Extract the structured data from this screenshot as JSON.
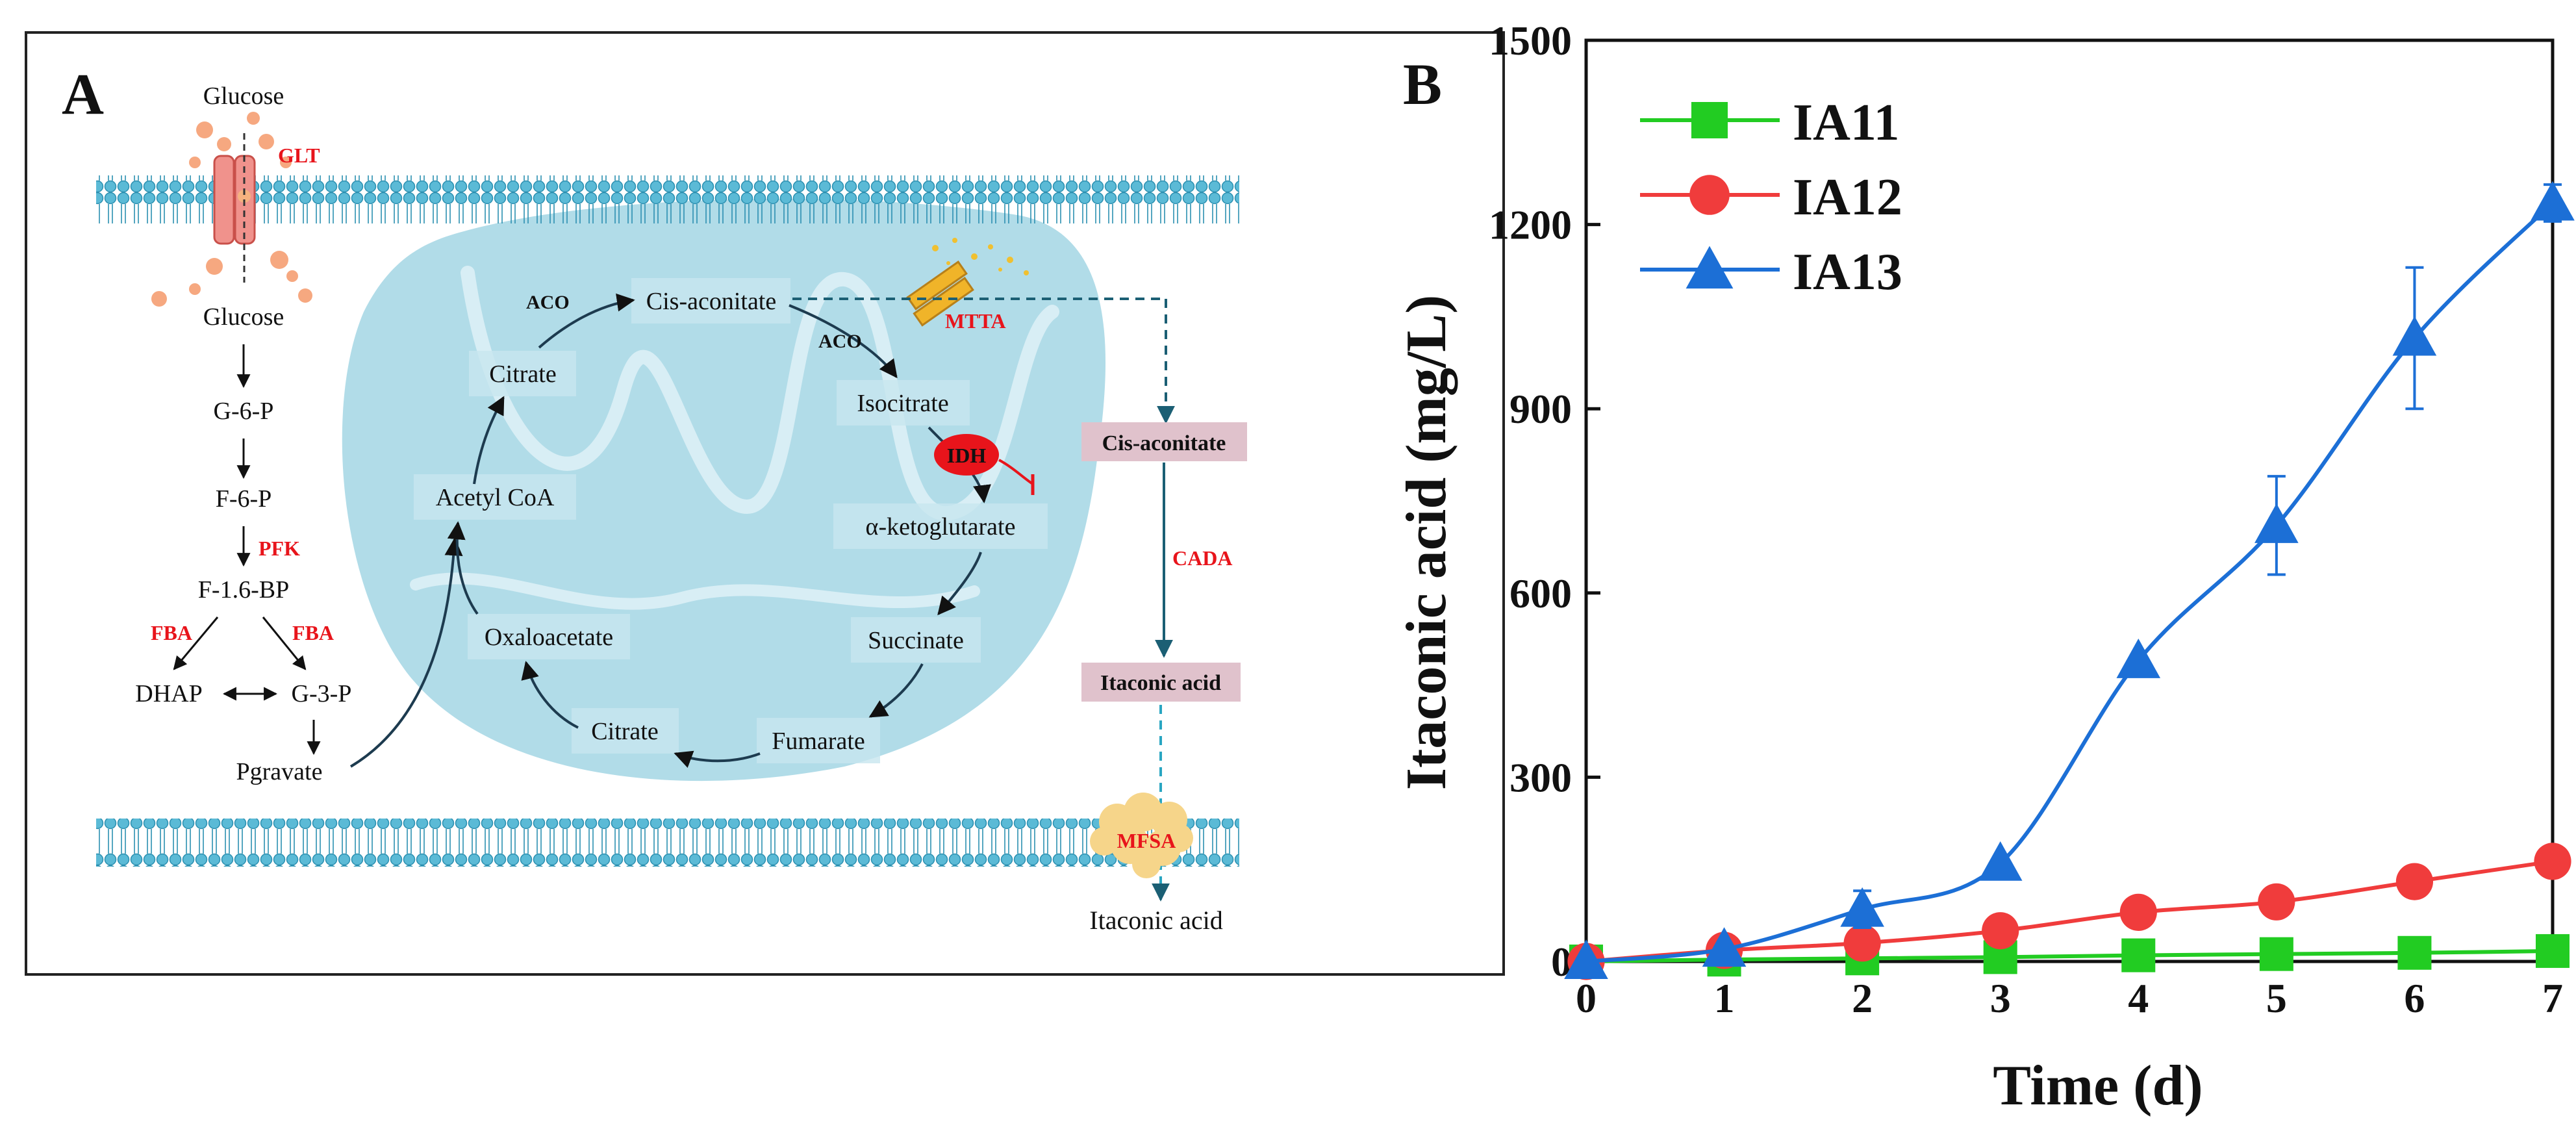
{
  "panel_a": {
    "label": "A",
    "nodes": {
      "glucose_out": "Glucose",
      "glucose_in": "Glucose",
      "g6p": "G-6-P",
      "f6p": "F-6-P",
      "f16bp": "F-1.6-BP",
      "dhap": "DHAP",
      "g3p": "G-3-P",
      "pyruvate": "Pgravate",
      "acetyl_coa": "Acetyl CoA",
      "citrate_top": "Citrate",
      "cis_aconitate_mito": "Cis-aconitate",
      "isocitrate": "Isocitrate",
      "akg": "α-ketoglutarate",
      "succinate": "Succinate",
      "fumarate": "Fumarate",
      "citrate_bottom": "Citrate",
      "oxaloacetate": "Oxaloacetate",
      "cis_aconitate_cyto": "Cis-aconitate",
      "itaconic_cyto": "Itaconic acid",
      "itaconic_out": "Itaconic acid"
    },
    "enzymes": {
      "glt": "GLT",
      "pfk": "PFK",
      "fba_left": "FBA",
      "fba_right": "FBA",
      "aco_1": "ACO",
      "aco_2": "ACO",
      "idh": "IDH",
      "mtta": "MTTA",
      "cada": "CADA",
      "mfsa": "MFSA"
    },
    "colors": {
      "membrane": "#3fa9c9",
      "mitochondrion": "#a9d8e6",
      "enzyme_red": "#e8141b",
      "metabolite_box": "#e0c2cc",
      "pathway_dark": "#1d3b4f",
      "transport_dashed": "#2aa6c2"
    }
  },
  "panel_b": {
    "label": "B",
    "chart_data": {
      "type": "line",
      "xlabel": "Time (d)",
      "ylabel": "Itaconic acid (mg/L)",
      "x": [
        0,
        1,
        2,
        3,
        4,
        5,
        6,
        7
      ],
      "xlim": [
        0,
        7
      ],
      "ylim": [
        0,
        1500
      ],
      "xticks": [
        "0",
        "1",
        "2",
        "3",
        "4",
        "5",
        "6",
        "7"
      ],
      "yticks": [
        "0",
        "300",
        "600",
        "900",
        "1200",
        "1500"
      ],
      "legend_position": "top-left",
      "grid": false,
      "series": [
        {
          "name": "IA11",
          "marker": "square",
          "color": "#22cc22",
          "values": [
            0,
            3,
            5,
            7,
            10,
            12,
            14,
            17
          ],
          "errors": [
            0,
            0,
            0,
            0,
            0,
            0,
            0,
            0
          ]
        },
        {
          "name": "IA12",
          "marker": "circle",
          "color": "#f03c3c",
          "values": [
            0,
            18,
            30,
            50,
            80,
            97,
            130,
            163
          ],
          "errors": [
            0,
            0,
            0,
            0,
            0,
            0,
            0,
            0
          ]
        },
        {
          "name": "IA13",
          "marker": "triangle",
          "color": "#1c6fd6",
          "values": [
            0,
            20,
            85,
            160,
            490,
            710,
            1015,
            1235
          ],
          "errors": [
            0,
            0,
            30,
            0,
            0,
            80,
            115,
            30
          ]
        }
      ]
    }
  }
}
